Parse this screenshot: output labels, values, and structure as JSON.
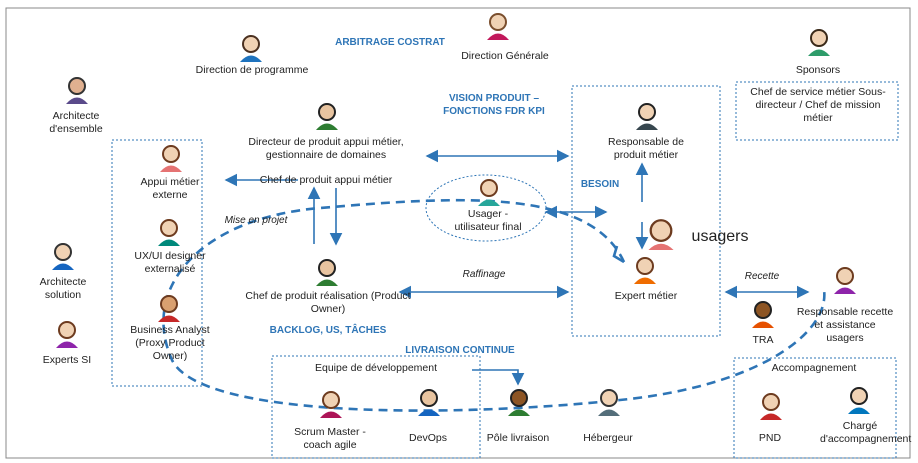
{
  "people": {
    "direction_generale": "Direction Générale",
    "direction_programme": "Direction de programme",
    "sponsors": "Sponsors",
    "sponsors_box": "Chef de service métier Sous-directeur / Chef de mission métier",
    "architecte_ensemble": "Architecte d'ensemble",
    "directeur_produit": "Directeur de produit appui métier, gestionnaire de domaines",
    "chef_produit_appui": "Chef de produit appui métier",
    "appui_externe": "Appui métier externe",
    "ux_designer": "UX/UI designer externalisé",
    "business_analyst": "Business Analyst (Proxy Product Owner)",
    "architecte_solution": "Architecte solution",
    "experts_si": "Experts SI",
    "responsable_produit": "Responsable de produit métier",
    "usager": "Usager - utilisateur final",
    "usagers": "usagers",
    "expert_metier": "Expert métier",
    "chef_realisation": "Chef de produit réalisation (Product Owner)",
    "responsable_recette": "Responsable recette et assistance usagers",
    "tra": "TRA",
    "equipe_dev": "Equipe de développement",
    "scrum_master": "Scrum Master - coach agile",
    "devops": "DevOps",
    "pole_livraison": "Pôle livraison",
    "hebergeur": "Hébergeur",
    "accompagnement": "Accompagnement",
    "pnd": "PND",
    "charge_accompagnement": "Chargé d'accompagnement"
  },
  "flows": {
    "arbitrage": "ARBITRAGE COSTRAT",
    "vision": "VISION PRODUIT – FONCTIONS FDR KPI",
    "besoin": "BESOIN",
    "mise_en_projet": "Mise en projet",
    "raffinage": "Raffinage",
    "recette": "Recette",
    "backlog": "BACKLOG, US, TÂCHES",
    "livraison_continue": "LIVRAISON CONTINUE"
  },
  "colors": {
    "accent": "#2E75B6",
    "frame": "#888888"
  }
}
